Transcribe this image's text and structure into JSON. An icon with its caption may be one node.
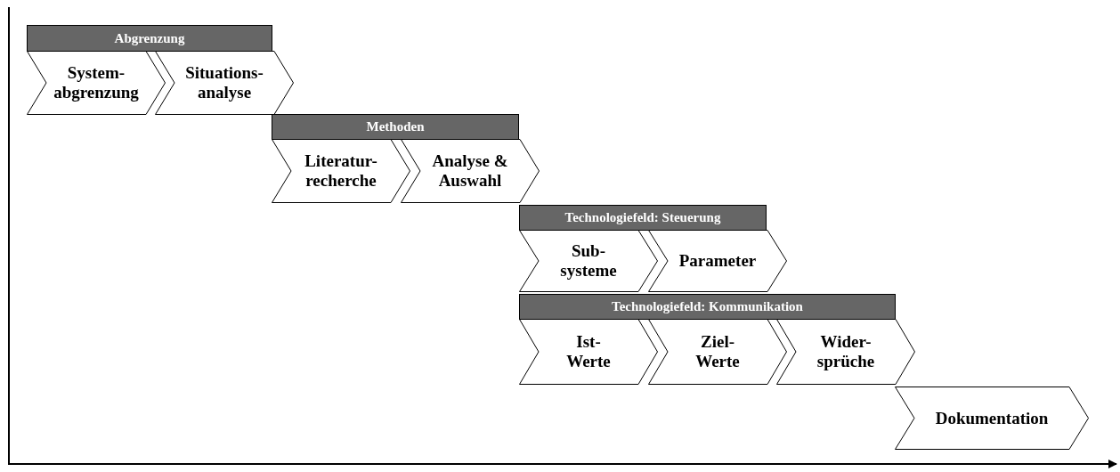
{
  "diagram": {
    "nodes": [
      {
        "text": [
          "Abgrenzung"
        ]
      },
      {
        "text": [
          "System- abgrenzung"
        ]
      },
      {
        "text": [
          "Situations- analyse"
        ]
      },
      {
        "text": [
          "Methoden"
        ]
      },
      {
        "text": [
          "Literatur- recherche"
        ]
      },
      {
        "text": [
          "Analyse & Auswahl"
        ]
      },
      {
        "text": [
          "Technologiefeld: Steuerung"
        ]
      },
      {
        "text": [
          "Sub- systeme"
        ]
      },
      {
        "text": [
          "Parameter"
        ]
      },
      {
        "text": [
          "Technologiefeld: Kommunikation"
        ]
      },
      {
        "text": [
          "Ist- Werte"
        ]
      },
      {
        "text": [
          "Ziel- Werte"
        ]
      },
      {
        "text": [
          "Wider- sprüche"
        ]
      },
      {
        "text": [
          "Dokumentation"
        ]
      }
    ]
  }
}
